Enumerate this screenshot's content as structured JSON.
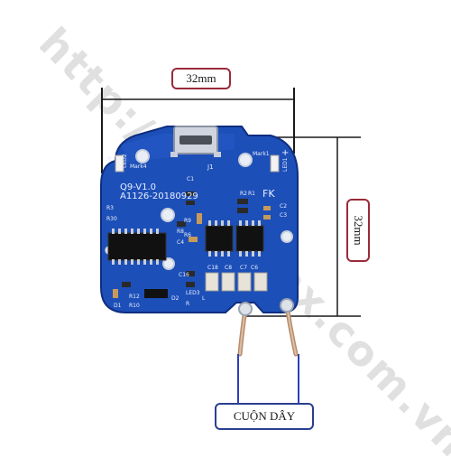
{
  "watermark": "http://linhkienx.com.vn",
  "labels": {
    "width": "32mm",
    "height": "32mm",
    "coil": "CUỘN DÂY"
  },
  "board": {
    "version": "Q9-V1.0",
    "date_code": "A1126-20180929",
    "brand_mark": "FK",
    "plus_left": "+",
    "plus_right": "+",
    "led_left": "LED2",
    "led_right": "LED1",
    "mark_left": "Mark4",
    "mark_right": "Mark1",
    "ref_c1": "C1",
    "ref_j1": "J1",
    "ref_r3": "R3",
    "ref_r30": "R30",
    "ref_r2": "R2",
    "ref_r1": "R1",
    "ref_c2": "C2",
    "ref_c3": "C3",
    "ref_r9": "R9",
    "ref_r8": "R8",
    "ref_r6": "R6",
    "ref_c4": "C4",
    "ref_c16": "C16",
    "ref_c18": "C18",
    "ref_c8": "C8",
    "ref_c7": "C7",
    "ref_c6": "C6",
    "ref_r12": "R12",
    "ref_r10": "R10",
    "ref_d2": "D2",
    "ref_led3": "LED3",
    "ref_l": "L",
    "ref_d1": "D1",
    "ref_r": "R"
  },
  "colors": {
    "pcb": "#1d4fb8",
    "pcb_dark": "#15399a",
    "label_border": "#9a2a3a",
    "coil_border": "#2a3f8f",
    "line_dark": "#1a1a1a",
    "wire_blue": "#2e3fbf",
    "watermark": "#cfcfcf"
  }
}
